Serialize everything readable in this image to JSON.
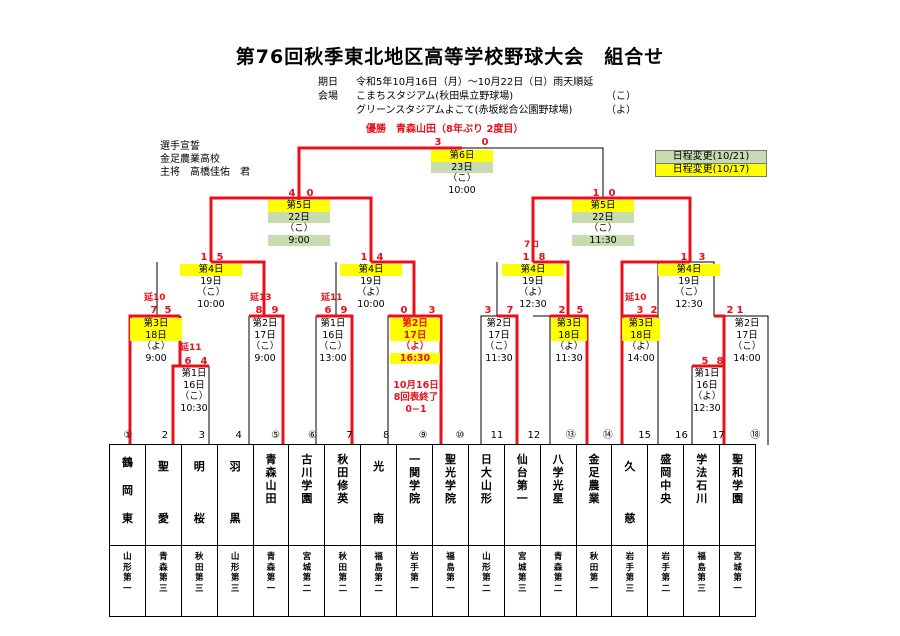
{
  "title": "第76回秋季東北地区高等学校野球大会　組合せ",
  "info": {
    "period_label": "期日",
    "period_value": "令和5年10月16日（月）～10月22日（日）雨天順延",
    "venue_label": "会場",
    "venues": [
      {
        "name": "こまちスタジアム(秋田県立野球場)",
        "abbr": "（こ）"
      },
      {
        "name": "グリーンスタジアムよこて(赤坂総合公園野球場)",
        "abbr": "（よ）"
      }
    ]
  },
  "champion": "優勝　青森山田（8年ぶり 2度目）",
  "oath": [
    "選手宣誓",
    "金足農業高校",
    "主将　高橋佳佑　君"
  ],
  "schedule_changes": [
    "日程変更(10/21)",
    "日程変更(10/17)"
  ],
  "colors": {
    "winner_line": "#e8101a",
    "highlight": "#ffff00",
    "changed": "#c6dbb0"
  },
  "matches": {
    "final": [
      "第6日",
      "23日",
      "（こ）",
      "10:00"
    ],
    "sf_left": [
      "第5日",
      "22日",
      "（こ）",
      "9:00"
    ],
    "sf_right": [
      "第5日",
      "22日",
      "（こ）",
      "11:30"
    ],
    "qf1": [
      "第4日",
      "19日",
      "（こ）",
      "10:00"
    ],
    "qf2": [
      "第4日",
      "19日",
      "（よ）",
      "10:00"
    ],
    "qf3": [
      "第4日",
      "19日",
      "（よ）",
      "12:30"
    ],
    "qf4": [
      "第4日",
      "19日",
      "（こ）",
      "12:30"
    ],
    "r2_1": [
      "第3日",
      "18日",
      "（よ）",
      "9:00"
    ],
    "r2_2": [
      "第2日",
      "17日",
      "（こ）",
      "9:00"
    ],
    "r2_3": [
      "第1日",
      "16日",
      "（こ）",
      "13:00"
    ],
    "r2_4": [
      "第2日",
      "17日",
      "（よ）",
      "16:30"
    ],
    "r2_5": [
      "第2日",
      "17日",
      "（こ）",
      "11:30"
    ],
    "r2_6": [
      "第3日",
      "18日",
      "（よ）",
      "11:30"
    ],
    "r2_7": [
      "第3日",
      "18日",
      "（よ）",
      "14:00"
    ],
    "r2_8": [
      "第2日",
      "17日",
      "（こ）",
      "14:00"
    ],
    "r1_left": [
      "第1日",
      "16日",
      "（こ）",
      "10:30"
    ],
    "r1_right": [
      "第1日",
      "16日",
      "（よ）",
      "12:30"
    ]
  },
  "scores": {
    "final": [
      "3",
      "0"
    ],
    "sf_left": [
      "4",
      "0"
    ],
    "sf_right": [
      "1",
      "0"
    ],
    "qf1": [
      "1",
      "5"
    ],
    "qf2": [
      "1",
      "4"
    ],
    "qf3": [
      "1",
      "8"
    ],
    "qf4": [
      "1",
      "3"
    ],
    "r2_1": [
      "7",
      "5"
    ],
    "r2_2": [
      "8",
      "9"
    ],
    "r2_3": [
      "6",
      "9"
    ],
    "r2_4": [
      "0",
      "3"
    ],
    "r2_5": [
      "3",
      "7"
    ],
    "r2_6": [
      "2",
      "5"
    ],
    "r2_7": [
      "3",
      "2"
    ],
    "r2_8": [
      "2",
      "1"
    ],
    "r1_left": [
      "6",
      "4"
    ],
    "r1_right": [
      "5",
      "8"
    ]
  },
  "extras": {
    "r2_1": "延10",
    "r2_2": "延13",
    "r2_3": "延11",
    "r1_left": "延11",
    "r2_7": "延10",
    "qf3": "7コ"
  },
  "suspended_note": [
    "10月16日",
    "8回表終了",
    "0−1"
  ],
  "teams": [
    {
      "num": "①",
      "name": "鶴岡東",
      "pref": "山形第一"
    },
    {
      "num": "2",
      "name": "聖愛",
      "pref": "青森第三"
    },
    {
      "num": "3",
      "name": "明桜",
      "pref": "秋田第三"
    },
    {
      "num": "4",
      "name": "羽黒",
      "pref": "山形第三"
    },
    {
      "num": "⑤",
      "name": "青森山田",
      "pref": "青森第一"
    },
    {
      "num": "⑥",
      "name": "古川学園",
      "pref": "宮城第二"
    },
    {
      "num": "7",
      "name": "秋田修英",
      "pref": "秋田第二"
    },
    {
      "num": "8",
      "name": "光南",
      "pref": "福島第二"
    },
    {
      "num": "⑨",
      "name": "一関学院",
      "pref": "岩手第一"
    },
    {
      "num": "⑩",
      "name": "聖光学院",
      "pref": "福島第一"
    },
    {
      "num": "11",
      "name": "日大山形",
      "pref": "山形第二"
    },
    {
      "num": "12",
      "name": "仙台第一",
      "pref": "宮城第三"
    },
    {
      "num": "⑬",
      "name": "八学光星",
      "pref": "青森第二"
    },
    {
      "num": "⑭",
      "name": "金足農業",
      "pref": "秋田第一"
    },
    {
      "num": "15",
      "name": "久慈",
      "pref": "岩手第三"
    },
    {
      "num": "16",
      "name": "盛岡中央",
      "pref": "岩手第二"
    },
    {
      "num": "17",
      "name": "学法石川",
      "pref": "福島第三"
    },
    {
      "num": "⑱",
      "name": "聖和学園",
      "pref": "宮城第一"
    }
  ]
}
